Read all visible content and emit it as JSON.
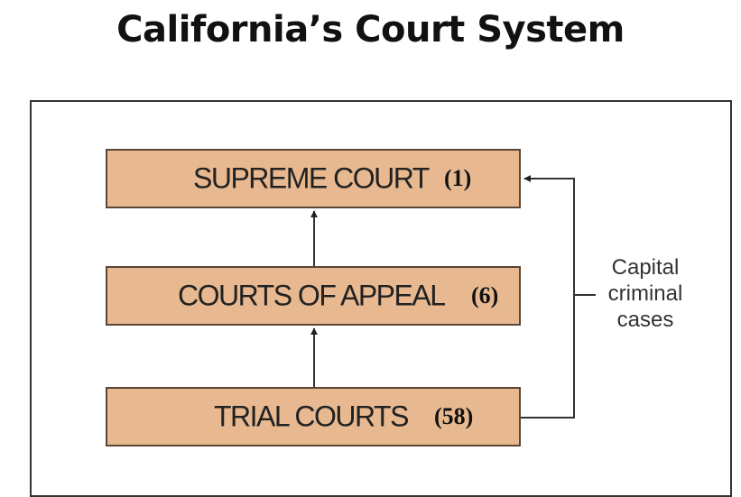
{
  "title": "California’s Court System",
  "courts": [
    {
      "name": "SUPREME COURT",
      "count": "(1)"
    },
    {
      "name": "COURTS OF APPEAL",
      "count": "(6)"
    },
    {
      "name": "TRIAL COURTS",
      "count": "(58)"
    }
  ],
  "side_label": {
    "lines": [
      "Capital",
      "criminal",
      "cases"
    ]
  },
  "colors": {
    "box_fill": "#e8b990",
    "box_border": "#5a4636",
    "arrow": "#333333"
  }
}
